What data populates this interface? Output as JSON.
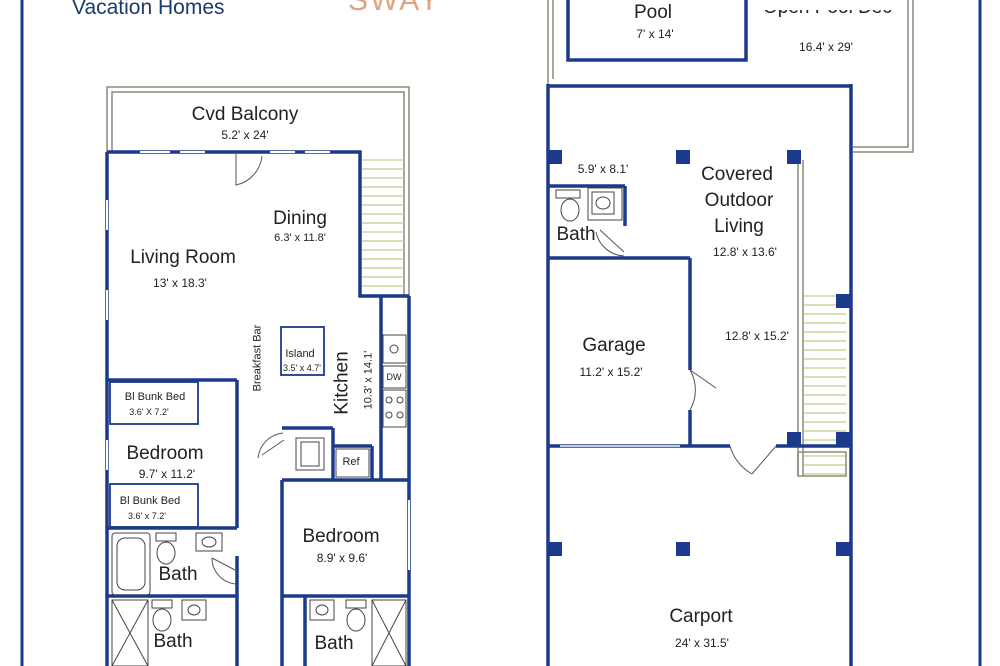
{
  "header": {
    "brand": "Vacation Homes",
    "logo_text": "SWAY"
  },
  "colors": {
    "wall": "#1b3a8c",
    "balcony": "#8a8a7a",
    "stairs": "#c9c98a",
    "fixture": "#444444"
  },
  "rooms": {
    "cvd_balcony": {
      "label": "Cvd Balcony",
      "dim": "5.2' x 24'"
    },
    "dining": {
      "label": "Dining",
      "dim": "6.3' x 11.8'"
    },
    "living_room": {
      "label": "Living Room",
      "dim": "13' x 18.3'"
    },
    "island": {
      "label": "Island",
      "dim": "3.5' x 4.7'"
    },
    "breakfast_bar": {
      "label": "Breakfast Bar"
    },
    "kitchen": {
      "label": "Kitchen",
      "dim": "10.3' x 14.1'"
    },
    "dw": {
      "label": "DW"
    },
    "ref": {
      "label": "Ref"
    },
    "bunk_bed_1": {
      "label": "Bl Bunk Bed",
      "dim": "3.6' X 7.2'"
    },
    "bedroom_1": {
      "label": "Bedroom",
      "dim": "9.7' x 11.2'"
    },
    "bunk_bed_2": {
      "label": "Bl Bunk Bed",
      "dim": "3.6' x 7.2'"
    },
    "bath_1": {
      "label": "Bath"
    },
    "bath_2": {
      "label": "Bath"
    },
    "bedroom_2": {
      "label": "Bedroom",
      "dim": "8.9' x 9.6'"
    },
    "bath_3": {
      "label": "Bath"
    },
    "pool": {
      "label": "Pool",
      "dim": "7' x 14'"
    },
    "pool_decking": {
      "label": "Open Pool Decking",
      "dim": "16.4' x 29'"
    },
    "bath_small": {
      "label": "Bath",
      "dim": "5.9' x 8.1'"
    },
    "covered_outdoor": {
      "label_1": "Covered",
      "label_2": "Outdoor",
      "label_3": "Living",
      "dim": "12.8' x 13.6'"
    },
    "outdoor_stairs": {
      "dim": "12.8' x 15.2'"
    },
    "garage": {
      "label": "Garage",
      "dim": "11.2' x 15.2'"
    },
    "carport": {
      "label": "Carport",
      "dim": "24' x 31.5'"
    }
  }
}
